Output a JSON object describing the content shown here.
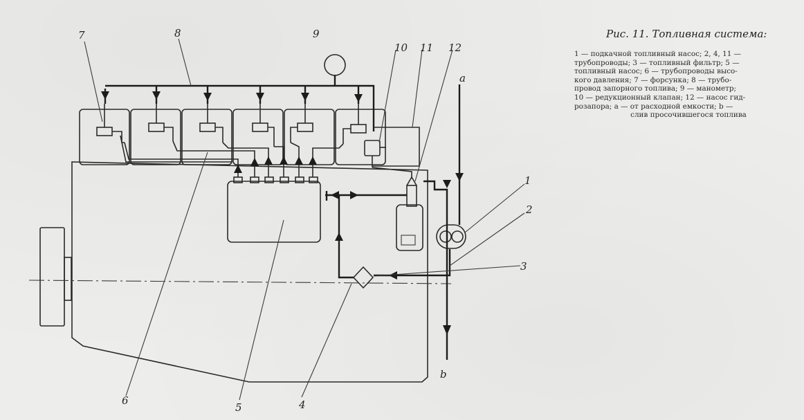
{
  "figure": {
    "title": "Рис. 11. Топливная система:",
    "legend_lines": [
      "1 — подкачной топливный насос; 2, 4, 11 —",
      "трубопроводы; 3 — топливный фильтр; 5 —",
      "топливный насос; 6 — трубопроводы высо-",
      "кого давления; 7 — форсунка;   8 — трубо-",
      "провод запорного топлива;  9 — манометр;",
      "10 — редукционный клапан; 12 — насос гид-",
      "розапора; а — от расходной емкости; b —",
      "слив просочившегося топлива"
    ]
  },
  "callouts": {
    "n1": "1",
    "n2": "2",
    "n3": "3",
    "n4": "4",
    "n5": "5",
    "n6": "6",
    "n7": "7",
    "n8": "8",
    "n9": "9",
    "n10": "10",
    "n11": "11",
    "n12": "12",
    "a": "a",
    "b": "b"
  }
}
